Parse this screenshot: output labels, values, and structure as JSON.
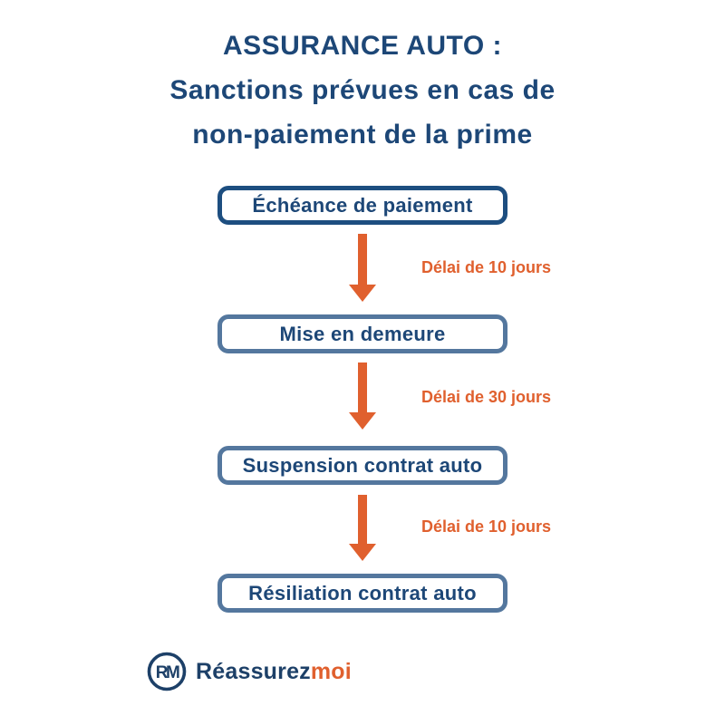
{
  "title": {
    "line1": "ASSURANCE AUTO :",
    "line2": "Sanctions prévues en cas de",
    "line3": "non-paiement de la prime"
  },
  "flow": {
    "steps": [
      {
        "label": "Échéance de paiement",
        "style": "primary"
      },
      {
        "label": "Mise en demeure",
        "style": "secondary"
      },
      {
        "label": "Suspension contrat auto",
        "style": "secondary"
      },
      {
        "label": "Résiliation contrat auto",
        "style": "secondary"
      }
    ],
    "delays": [
      "Délai de 10 jours",
      "Délai de 30 jours",
      "Délai de 10 jours"
    ]
  },
  "logo": {
    "monogram": "RM",
    "name_primary": "Réassurez",
    "name_accent": "moi"
  },
  "colors": {
    "navy_text": "#1d4777",
    "navy_border": "#1d4e80",
    "steel_blue_border": "#54779e",
    "orange_accent": "#e0602e",
    "background": "#ffffff"
  }
}
